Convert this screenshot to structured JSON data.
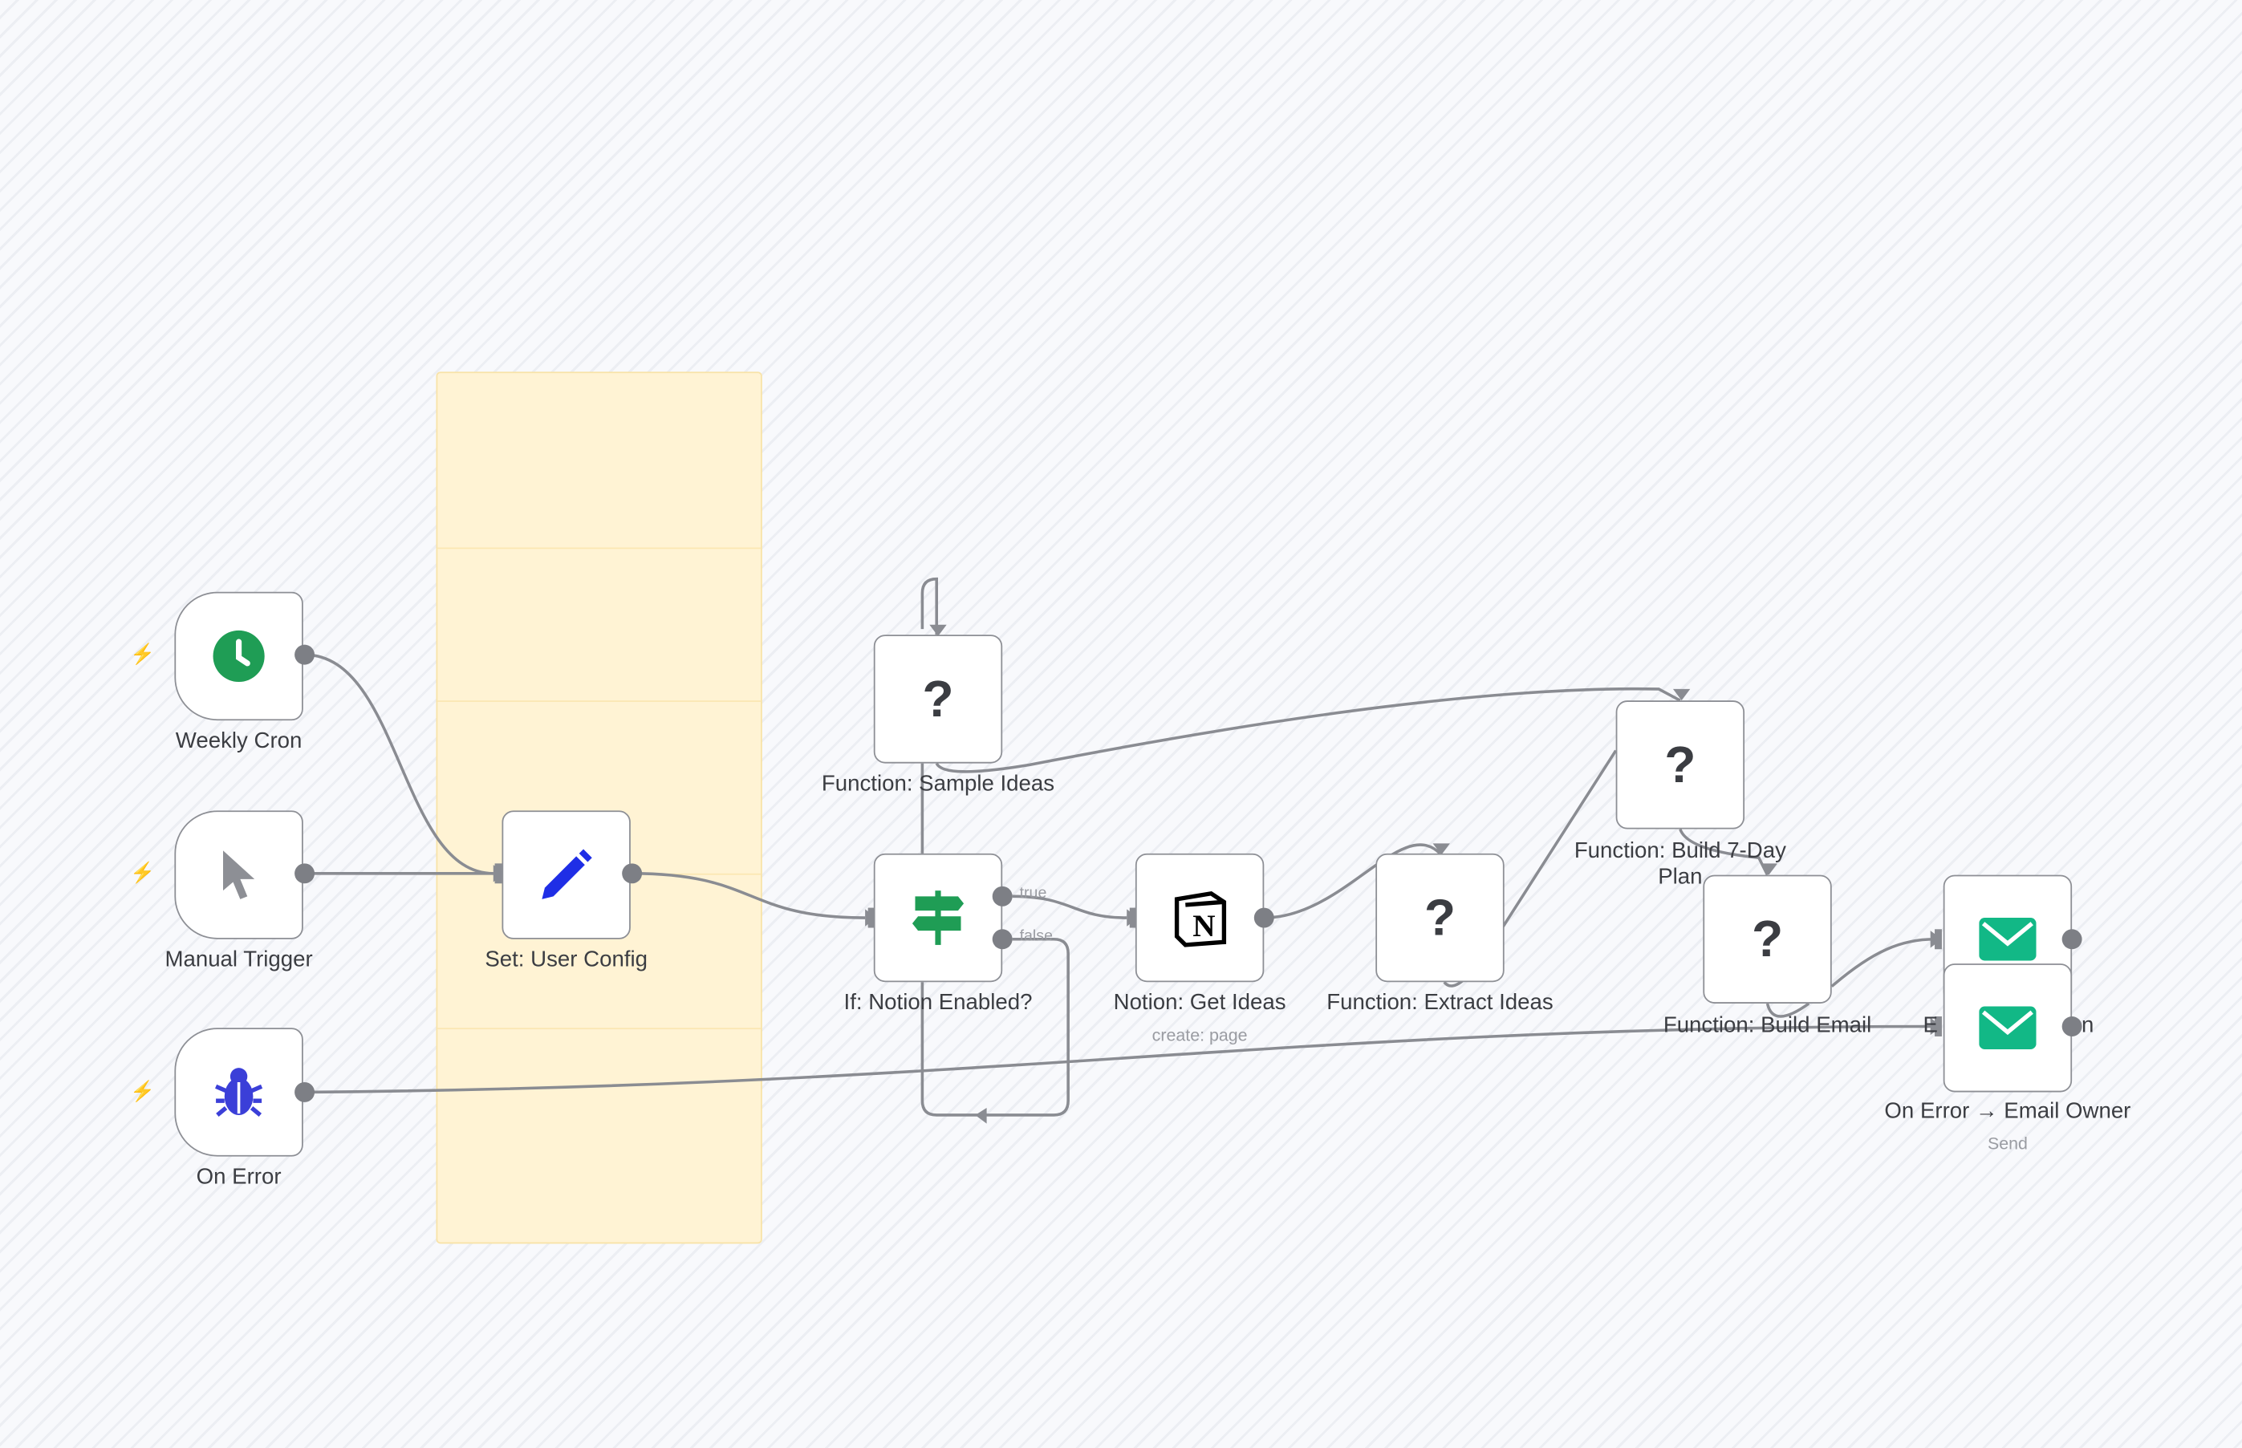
{
  "nodes": {
    "weekly_cron": {
      "label": "Weekly Cron",
      "icon": "clock-icon"
    },
    "manual_trigger": {
      "label": "Manual Trigger",
      "icon": "cursor-icon"
    },
    "on_error": {
      "label": "On Error",
      "icon": "bug-icon"
    },
    "set_user_config": {
      "label": "Set: User Config",
      "icon": "pencil-icon"
    },
    "sample_ideas": {
      "label": "Function: Sample Ideas",
      "icon": "?"
    },
    "if_notion": {
      "label": "If: Notion Enabled?",
      "true_label": "true",
      "false_label": "false",
      "icon": "signpost-icon"
    },
    "notion_get_ideas": {
      "label": "Notion: Get Ideas",
      "subtitle": "create: page",
      "icon": "N"
    },
    "extract_ideas": {
      "label": "Function: Extract Ideas",
      "icon": "?"
    },
    "build_plan": {
      "label": "Function: Build 7-Day Plan",
      "icon": "?"
    },
    "build_email": {
      "label": "Function: Build Email",
      "icon": "?"
    },
    "email_send": {
      "label_fragment_left": "E",
      "label_fragment_right": "n",
      "icon": "envelope-icon"
    },
    "email_owner": {
      "label": "On Error → Email Owner",
      "subtitle": "Send",
      "icon": "envelope-icon"
    }
  },
  "colors": {
    "accent_green": "#12b886",
    "trigger_bolt": "#ff6d5a",
    "edge": "#7d7f85",
    "sticky": "#fff3d4"
  }
}
